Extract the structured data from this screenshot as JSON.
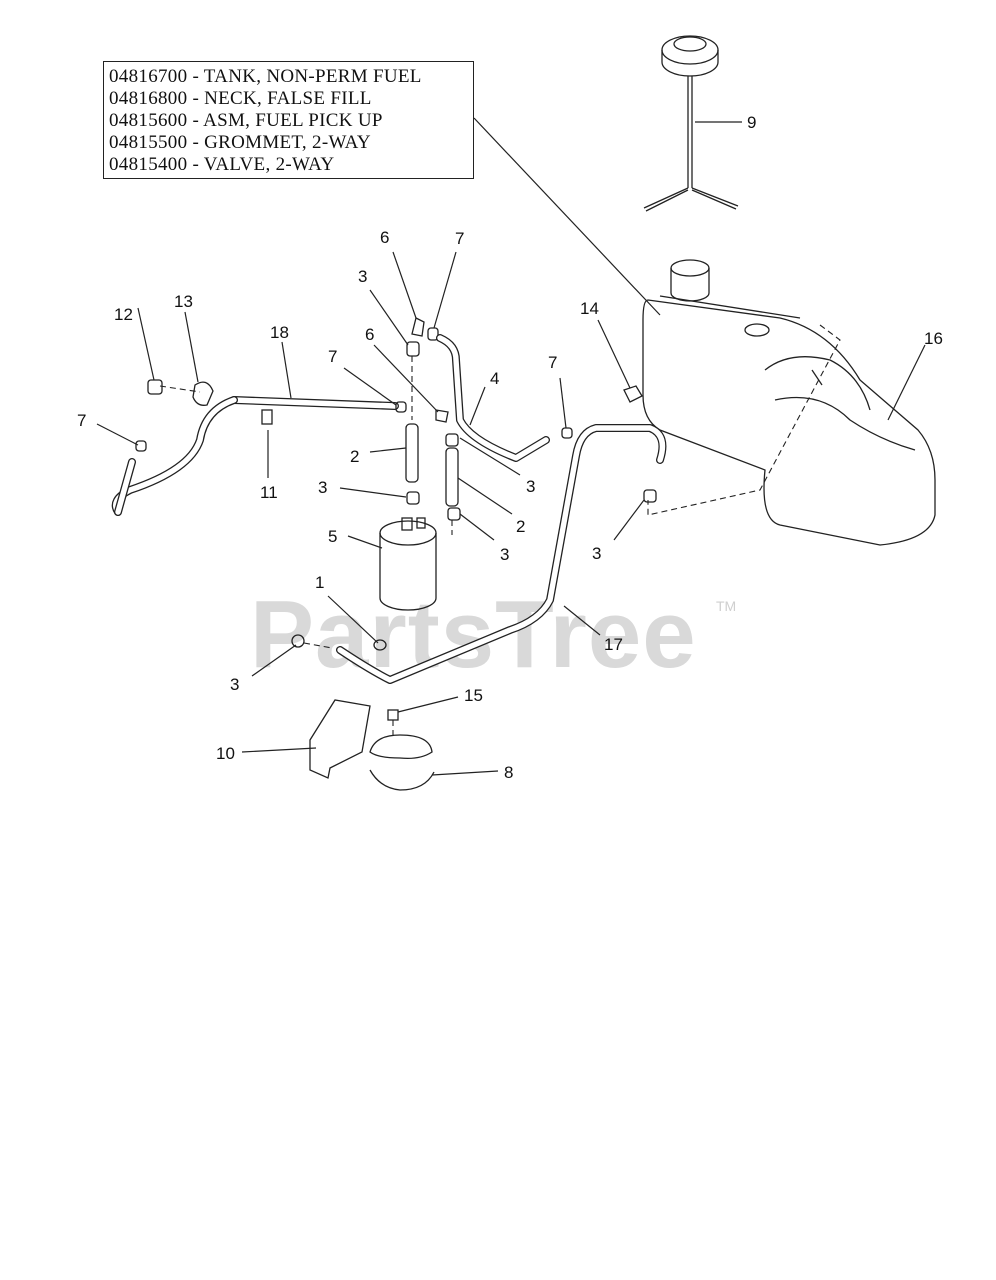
{
  "parts_list": [
    "04816700 - TANK, NON-PERM FUEL",
    "04816800 - NECK, FALSE FILL",
    "04815600 - ASM, FUEL PICK UP",
    "04815500 - GROMMET, 2-WAY",
    "04815400 - VALVE, 2-WAY"
  ],
  "callouts": {
    "c1": "1",
    "c2a": "2",
    "c2b": "2",
    "c3a": "3",
    "c3b": "3",
    "c3c": "3",
    "c3d": "3",
    "c3e": "3",
    "c3f": "3",
    "c4": "4",
    "c5": "5",
    "c6a": "6",
    "c6b": "6",
    "c7a": "7",
    "c7b": "7",
    "c7c": "7",
    "c7d": "7",
    "c8": "8",
    "c9": "9",
    "c10": "10",
    "c11": "11",
    "c12": "12",
    "c13": "13",
    "c14": "14",
    "c15": "15",
    "c16": "16",
    "c17": "17",
    "c18": "18"
  },
  "watermark": {
    "text": "PartsTree",
    "tm": "TM"
  }
}
